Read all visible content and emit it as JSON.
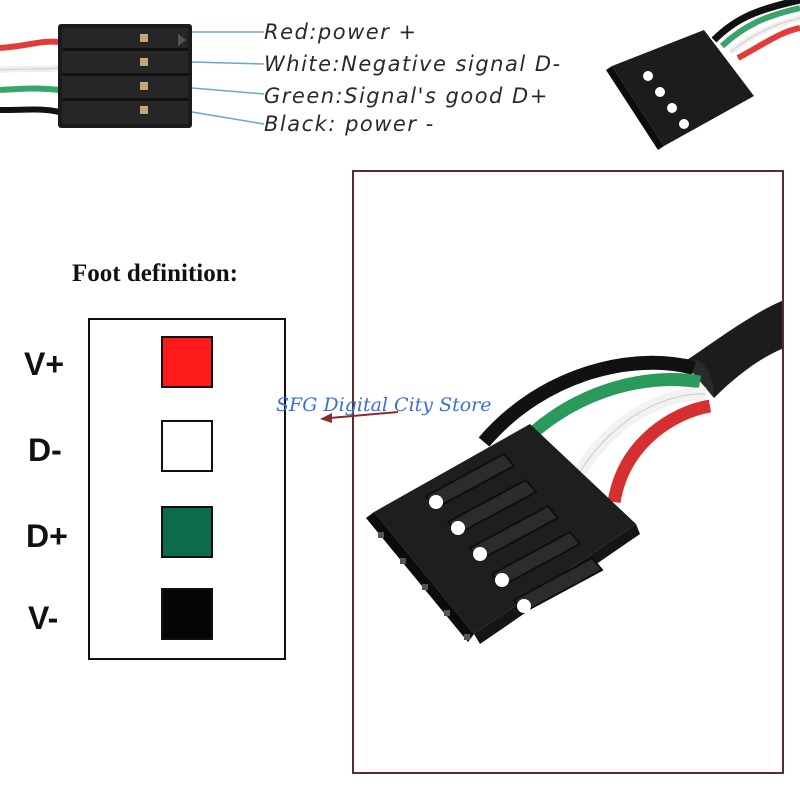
{
  "wire_labels": [
    {
      "text": "Red:power +",
      "color_name": "red",
      "color": "#e23b3b"
    },
    {
      "text": "White:Negative signal D-",
      "color_name": "white",
      "color": "#f4f4f4"
    },
    {
      "text": "Green:Signal's good D+",
      "color_name": "green",
      "color": "#3aa56a"
    },
    {
      "text": "Black: power -",
      "color_name": "black",
      "color": "#111111"
    }
  ],
  "foot_definition": {
    "title": "Foot definition:",
    "pins": [
      {
        "label": "V+",
        "color": "#ff1a1a"
      },
      {
        "label": "D-",
        "color": "#ffffff"
      },
      {
        "label": "D+",
        "color": "#0d6b4a"
      },
      {
        "label": "V-",
        "color": "#050505"
      }
    ]
  },
  "watermark": "SFG Digital City Store",
  "icons": [
    "connector-top-left",
    "connector-top-right",
    "connector-photo-closeup"
  ]
}
